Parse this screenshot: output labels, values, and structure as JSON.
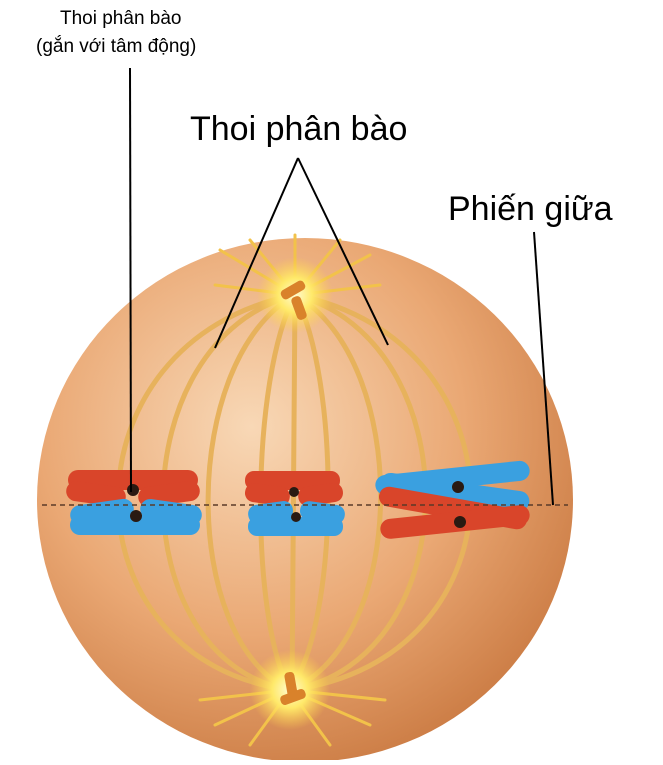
{
  "labels": {
    "kinetochore_spindle_line1": "Thoi phân bào",
    "kinetochore_spindle_line2": "(gắn với tâm động)",
    "spindle": "Thoi phân bào",
    "metaphase_plate": "Phiến giữa"
  },
  "colors": {
    "cell_light": "#f6cfa6",
    "cell_mid": "#e39a63",
    "cell_dark": "#c06a35",
    "spindle_fiber": "#e7b25c",
    "centrosome_glow": "#fff36a",
    "centriole": "#d9822b",
    "chromosome_red": "#d9452a",
    "chromosome_blue": "#3aa0e0",
    "centromere": "#2a1a12"
  }
}
